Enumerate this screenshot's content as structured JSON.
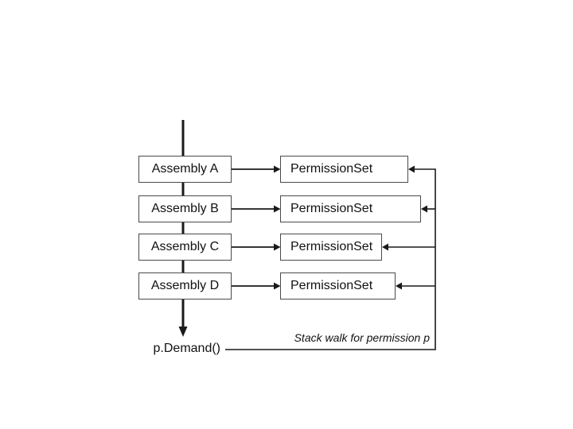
{
  "diagram": {
    "title_semantic": "code-access-security-stack-walk",
    "colors": {
      "background": "#ffffff",
      "line": "#1a1a1a",
      "box_border": "#4a4a4a",
      "box_fill": "#ffffff",
      "text": "#111111"
    },
    "assemblies": [
      {
        "label": "Assembly A"
      },
      {
        "label": "Assembly B"
      },
      {
        "label": "Assembly C"
      },
      {
        "label": "Assembly D"
      }
    ],
    "permission_sets": [
      {
        "label": "PermissionSet"
      },
      {
        "label": "PermissionSet"
      },
      {
        "label": "PermissionSet"
      },
      {
        "label": "PermissionSet"
      }
    ],
    "demand_label": "p.Demand()",
    "stack_walk_caption": "Stack walk for permission p"
  }
}
